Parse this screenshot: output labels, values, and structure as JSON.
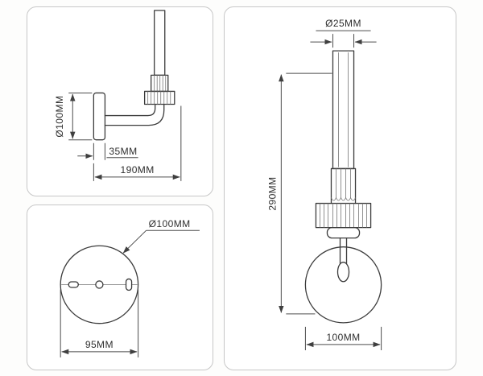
{
  "colors": {
    "line": "#3b3b3b",
    "dimension": "#4c4c4c",
    "panel_border": "#c7c7c7",
    "panel_background": "#ffffff",
    "text": "#2f2f2f",
    "background": "#fdfdfc"
  },
  "views": {
    "side": {
      "plate_diameter_label": "Ø100MM",
      "backplate_offset_label": "35MM",
      "projection_label": "190MM"
    },
    "back": {
      "plate_diameter_label": "Ø100MM",
      "mounting_width_label": "95MM"
    },
    "front": {
      "tube_diameter_label": "Ø25MM",
      "overall_height_label": "290MM",
      "globe_diameter_label": "100MM"
    }
  }
}
